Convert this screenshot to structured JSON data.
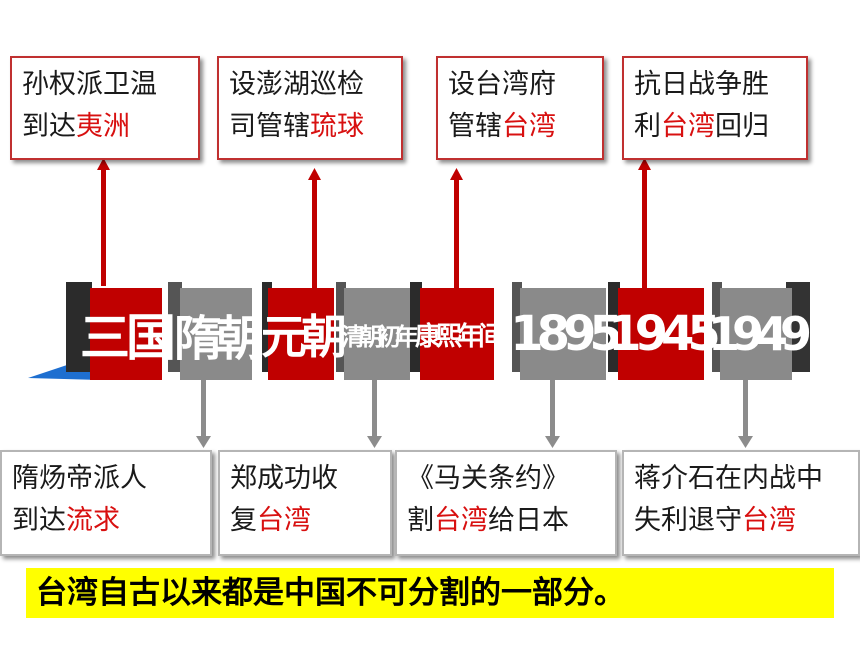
{
  "colors": {
    "red": "#c00000",
    "gray": "#8a8a8a",
    "highlight": "#d81010",
    "banner": "#ffff00"
  },
  "timeline": [
    {
      "label": "三国",
      "style": "red"
    },
    {
      "label": "隋朝",
      "style": "gray"
    },
    {
      "label": "元朝",
      "style": "red"
    },
    {
      "label": "清朝初年",
      "style": "gray"
    },
    {
      "label": "康熙年间",
      "style": "red"
    },
    {
      "label": "1895",
      "style": "gray"
    },
    {
      "label": "1945",
      "style": "red"
    },
    {
      "label": "1949",
      "style": "gray"
    }
  ],
  "top_cards": [
    {
      "line1": "孙权派卫温",
      "line2_plain": "到达",
      "line2_red": "夷洲",
      "line2_after": ""
    },
    {
      "line1": "设澎湖巡检",
      "line2_plain": "司管辖",
      "line2_red": "琉球",
      "line2_after": ""
    },
    {
      "line1": "设台湾府",
      "line2_plain": "管辖",
      "line2_red": "台湾",
      "line2_after": ""
    },
    {
      "line1": "抗日战争胜",
      "line2_plain": "利",
      "line2_red": "台湾",
      "line2_after": "回归"
    }
  ],
  "bottom_cards": [
    {
      "line1": "隋炀帝派人",
      "line2_plain": "到达",
      "line2_red": "流求",
      "line2_after": ""
    },
    {
      "line1": "郑成功收",
      "line2_plain": "复",
      "line2_red": "台湾",
      "line2_after": ""
    },
    {
      "line1": "《马关条约》",
      "line2_plain": "割",
      "line2_red": "台湾",
      "line2_after": "给日本"
    },
    {
      "line1": "蒋介石在内战中",
      "line2_plain": "失利退守",
      "line2_red": "台湾",
      "line2_after": ""
    }
  ],
  "conclusion": "台湾自古以来都是中国不可分割的一部分。"
}
